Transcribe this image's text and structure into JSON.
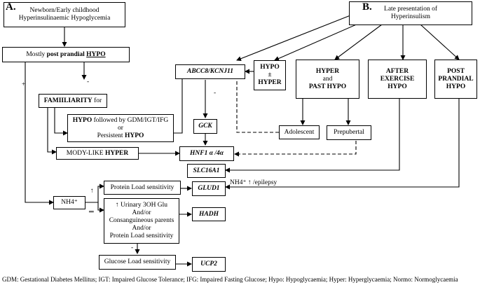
{
  "panel_a": {
    "letter": "A.",
    "title_line1": "Newborn/Early childhood",
    "title_line2": "Hyperinsulinaemic Hypoglycemia",
    "mostly_prefix": "Mostly ",
    "mostly_bold": "post prandial ",
    "mostly_underlined": "HYPO",
    "familiarity_bold": "FAMIILIARITY",
    "familiarity_rest": " for",
    "hypo_followed_bold": "HYPO",
    "hypo_followed_rest": " followed by GDM/IGT/IFG",
    "or": "or",
    "persistent": "Persistent ",
    "persistent_bold": "HYPO",
    "mody_prefix": "MODY-LIKE ",
    "mody_bold": "HYPER",
    "nh4": "NH4⁺",
    "protein_load": "Protein Load sensitivity",
    "urinary_line1": "↑ Urinary 3OH Glu",
    "urinary_line2": "And/or",
    "urinary_line3": "Consanguineous parents",
    "urinary_line4": "And/or",
    "urinary_line5": "Protein Load sensitivity",
    "glucose_load": "Glucose Load sensitivity",
    "sign_plus": "+",
    "sign_minus": "-",
    "sign_minus2": "-",
    "sign_up": "↑",
    "sign_eq": "═",
    "sign_minus3": "-"
  },
  "panel_b": {
    "letter": "B.",
    "title_line1": "Late presentation of",
    "title_line2": "Hyperinsulism",
    "hypo_hyper_line1": "HYPO",
    "hypo_hyper_line2": "±",
    "hypo_hyper_line3": "HYPER",
    "hyper_past_line1": "HYPER",
    "hyper_past_line2": "and",
    "hyper_past_line3": "PAST HYPO",
    "after_ex_line1": "AFTER",
    "after_ex_line2": "EXERCISE",
    "after_ex_line3": "HYPO",
    "post_prandial_line1": "POST",
    "post_prandial_line2": "PRANDIAL",
    "post_prandial_line3": "HYPO",
    "adolescent": "Adolescent",
    "prepubertal": "Prepubertal",
    "nh4_epilepsy": "NH4⁺ ↑ /epilepsy"
  },
  "genes": {
    "abcc8": "ABCC8/KCNJ11",
    "gck": "GCK",
    "hnf1": "HNF1 α /4α",
    "slc16a1": "SLC16A1",
    "glud1": "GLUD1",
    "hadh": "HADH",
    "ucp2": "UCP2",
    "minus_sign": "-"
  },
  "footnote": "GDM: Gestational Diabetes Mellitus; IGT: Impaired Glucose Tolerance; IFG: Impaired Fasting Glucose; Hypo: Hypoglycaemia; Hyper: Hyperglycaemia; Normo: Normoglycaemia"
}
